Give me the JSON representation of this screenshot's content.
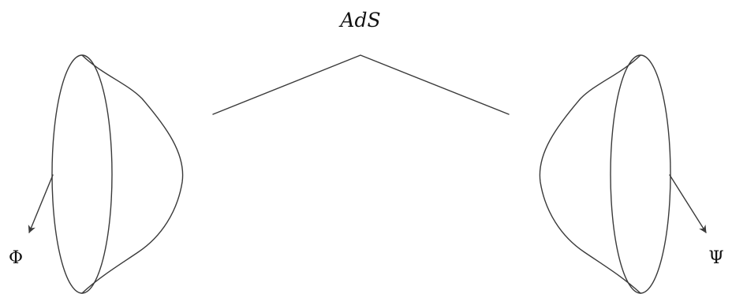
{
  "diagram": {
    "title": "AdS",
    "left_field": "Φ",
    "right_field": "Ψ"
  }
}
